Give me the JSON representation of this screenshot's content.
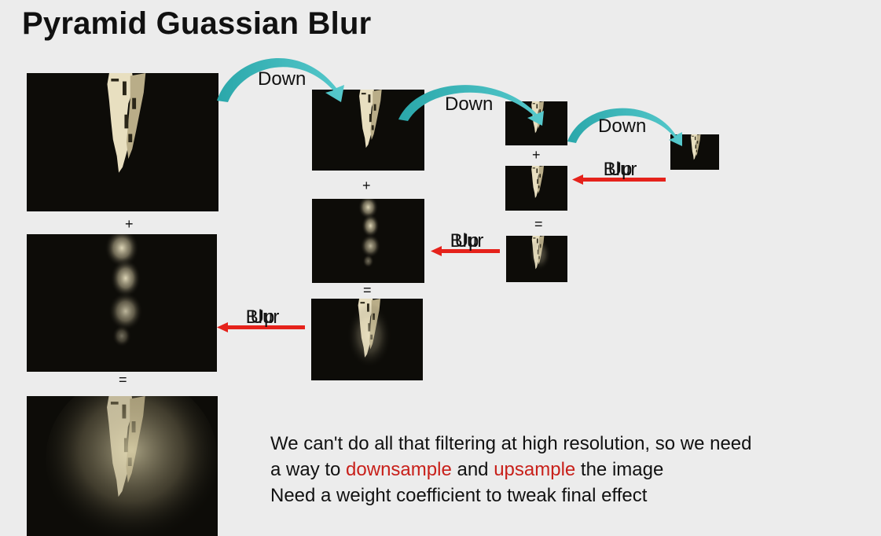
{
  "title": "Pyramid Guassian Blur",
  "ops": {
    "plus": "+",
    "equals": "="
  },
  "labels": {
    "down": "Down",
    "blur": "Blur",
    "up": "Up"
  },
  "text": {
    "line1": "We can't do all that filtering at high resolution, so we need",
    "line2_a": "a way to ",
    "line2_b": "downsample",
    "line2_c": " and ",
    "line2_d": "upsample",
    "line2_e": " the image",
    "line3": "Need a weight coefficient to tweak final effect"
  },
  "colors": {
    "background": "#ececec",
    "image_dark": "#0d0c08",
    "down_arrow": "#3bb5b8",
    "up_arrow": "#e5221b",
    "highlight_text": "#c8201a"
  }
}
